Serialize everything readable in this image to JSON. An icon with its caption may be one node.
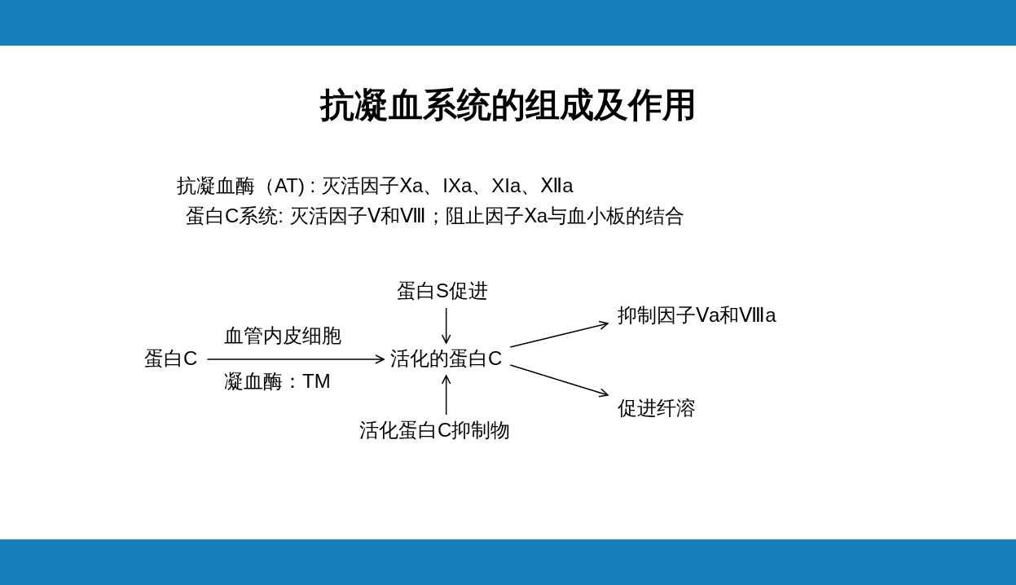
{
  "diagram": {
    "title": "抗凝血系统的组成及作用",
    "nodes": [
      {
        "text": [
          "蛋白C"
        ]
      },
      {
        "text": [
          "活化的蛋白C"
        ]
      },
      {
        "text": [
          "蛋白S促进"
        ]
      },
      {
        "text": [
          "活化蛋白C抑制物"
        ]
      },
      {
        "text": [
          "抑制因子Ⅴa和Ⅷa"
        ]
      },
      {
        "text": [
          "促进纤溶"
        ]
      }
    ],
    "edges": [
      {
        "from": 0,
        "to": 1,
        "arrow": "to",
        "label": "血管内皮细胞"
      },
      {
        "from": 2,
        "to": 1,
        "arrow": "to"
      },
      {
        "from": 3,
        "to": 1,
        "arrow": "to"
      },
      {
        "from": 1,
        "to": 4,
        "arrow": "to"
      },
      {
        "from": 1,
        "to": 5,
        "arrow": "to"
      }
    ],
    "labels": [
      "抗凝血酶（AT) : 灭活因子Ⅹa、IXa、XIa、Ⅻa",
      "蛋白C系统: 灭活因子Ⅴ和Ⅷ；阻止因子Ⅹa与血小板的结合",
      "凝血酶：TM"
    ]
  }
}
